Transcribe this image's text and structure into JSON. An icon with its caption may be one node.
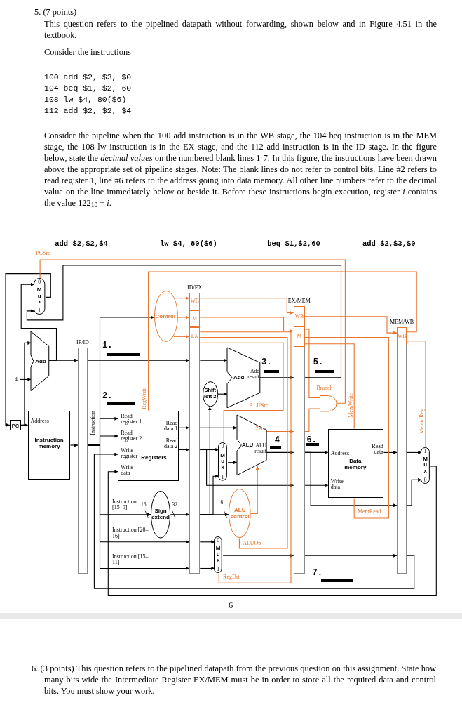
{
  "diagram": {
    "nodes": [
      {
        "text": [
          "0",
          "M u x",
          "1"
        ]
      },
      {
        "text": [
          "Add"
        ]
      },
      {
        "text": [
          "4"
        ]
      },
      {
        "text": [
          "PC"
        ]
      },
      {
        "text": [
          "Address",
          "Instruction memory"
        ]
      },
      {
        "text": [
          "IF/ID"
        ]
      },
      {
        "text": [
          "Control"
        ]
      },
      {
        "text": [
          "ID/EX"
        ]
      },
      {
        "text": [
          "WB"
        ],
        "in": 7
      },
      {
        "text": [
          "M"
        ],
        "in": 7
      },
      {
        "text": [
          "EX"
        ],
        "in": 7
      },
      {
        "text": [
          "Read register 1",
          "Read register 2",
          "Write register",
          "Write data",
          "Registers",
          "Read data 1",
          "Read data 2"
        ]
      },
      {
        "text": [
          "Sign extend"
        ],
        "beside": [
          "16",
          "32"
        ]
      },
      {
        "text": [
          "Shift left 2"
        ]
      },
      {
        "text": [
          "Add",
          "Add result"
        ]
      },
      {
        "text": [
          "0",
          "M u x",
          "1"
        ]
      },
      {
        "text": [
          "ALU",
          "Zero",
          "ALU result"
        ]
      },
      {
        "text": [
          "ALU control"
        ],
        "beside": [
          "6"
        ]
      },
      {
        "text": [
          "0",
          "M u x",
          "1"
        ]
      },
      {
        "text": [
          "EX/MEM"
        ]
      },
      {
        "text": [
          "WB"
        ],
        "in": 19
      },
      {
        "text": [
          "M"
        ],
        "in": 19
      },
      {
        "text": [],
        "shape": "gate"
      },
      {
        "text": [
          "Address",
          "Write data",
          "Data memory",
          "Read data"
        ]
      },
      {
        "text": [
          "MEM/WB"
        ]
      },
      {
        "text": [
          "WB"
        ],
        "in": 24
      },
      {
        "text": [
          "1",
          "M u x",
          "0"
        ]
      }
    ],
    "edges": [
      {
        "from": 1,
        "to": 5,
        "arrow": "to"
      },
      {
        "from": 1,
        "to": 0,
        "arrow": "to"
      },
      {
        "from": 0,
        "to": 3,
        "arrow": "to"
      },
      {
        "from": 3,
        "to": 4,
        "arrow": "to"
      },
      {
        "from": 3,
        "to": 1,
        "arrow": "to"
      },
      {
        "from": 2,
        "to": 1,
        "arrow": "to"
      },
      {
        "from": 4,
        "to": 5,
        "arrow": "to"
      },
      {
        "from": 5,
        "to": 6,
        "arrow": "to"
      },
      {
        "from": 5,
        "to": 11,
        "arrow": "to"
      },
      {
        "from": 5,
        "to": 11,
        "arrow": "to"
      },
      {
        "from": 5,
        "to": 12,
        "arrow": "to"
      },
      {
        "from": 5,
        "to": 7,
        "arrow": "to"
      },
      {
        "from": 5,
        "to": 7,
        "arrow": "to"
      },
      {
        "from": 5,
        "to": 7,
        "arrow": "to"
      },
      {
        "from": 6,
        "to": 8,
        "arrow": "to",
        "color": "#e8742c"
      },
      {
        "from": 6,
        "to": 9,
        "arrow": "to",
        "color": "#e8742c"
      },
      {
        "from": 6,
        "to": 10,
        "arrow": "to",
        "color": "#e8742c"
      },
      {
        "from": 11,
        "to": 7,
        "arrow": "to"
      },
      {
        "from": 11,
        "to": 7,
        "arrow": "to"
      },
      {
        "from": 12,
        "to": 7,
        "arrow": "to"
      },
      {
        "from": 7,
        "to": 14,
        "arrow": "to"
      },
      {
        "from": 7,
        "to": 13,
        "arrow": "to"
      },
      {
        "from": 13,
        "to": 14,
        "arrow": "to"
      },
      {
        "from": 7,
        "to": 16,
        "arrow": "to"
      },
      {
        "from": 7,
        "to": 15,
        "arrow": "to"
      },
      {
        "from": 7,
        "to": 15,
        "arrow": "to"
      },
      {
        "from": 15,
        "to": 16,
        "arrow": "to"
      },
      {
        "from": 7,
        "to": 17,
        "arrow": "to"
      },
      {
        "from": 17,
        "to": 16,
        "arrow": "to",
        "color": "#e8742c"
      },
      {
        "from": 7,
        "to": 18,
        "arrow": "to"
      },
      {
        "from": 7,
        "to": 18,
        "arrow": "to"
      },
      {
        "from": 14,
        "to": 19,
        "arrow": "to"
      },
      {
        "from": 16,
        "to": 19,
        "arrow": "to"
      },
      {
        "from": 16,
        "to": 19,
        "arrow": "to",
        "color": "#e8742c"
      },
      {
        "from": 7,
        "to": 19,
        "arrow": "to"
      },
      {
        "from": 18,
        "to": 19,
        "arrow": "to"
      },
      {
        "from": 8,
        "to": 20,
        "arrow": "to",
        "color": "#e8742c"
      },
      {
        "from": 9,
        "to": 21,
        "arrow": "to",
        "color": "#e8742c"
      },
      {
        "from": 20,
        "to": 25,
        "arrow": "to",
        "color": "#e8742c"
      },
      {
        "from": 21,
        "to": 22,
        "arrow": "none",
        "color": "#e8742c"
      },
      {
        "from": 19,
        "to": 22,
        "arrow": "none",
        "color": "#e8742c"
      },
      {
        "from": 22,
        "to": 0,
        "arrow": "none",
        "color": "#e8742c"
      },
      {
        "from": 19,
        "to": 0,
        "arrow": "to"
      },
      {
        "from": 19,
        "to": 23,
        "arrow": "to"
      },
      {
        "from": 19,
        "to": 23,
        "arrow": "to"
      },
      {
        "from": 19,
        "to": 24,
        "arrow": "to"
      },
      {
        "from": 19,
        "to": 24,
        "arrow": "to"
      },
      {
        "from": 23,
        "to": 24,
        "arrow": "to"
      },
      {
        "from": 24,
        "to": 26,
        "arrow": "to"
      },
      {
        "from": 24,
        "to": 26,
        "arrow": "to"
      },
      {
        "from": 26,
        "to": 11,
        "arrow": "to"
      },
      {
        "from": 24,
        "to": 11,
        "arrow": "to"
      },
      {
        "from": 21,
        "to": 23,
        "arrow": "none",
        "color": "#e8742c"
      },
      {
        "from": 21,
        "to": 23,
        "arrow": "none",
        "color": "#e8742c"
      },
      {
        "from": 25,
        "to": 26,
        "arrow": "none",
        "color": "#e8742c"
      },
      {
        "from": 25,
        "to": 11,
        "arrow": "none",
        "color": "#e8742c"
      },
      {
        "from": 10,
        "to": 15,
        "arrow": "none",
        "color": "#e8742c"
      },
      {
        "from": 10,
        "to": 17,
        "arrow": "none",
        "color": "#e8742c"
      },
      {
        "from": 10,
        "to": 18,
        "arrow": "none",
        "color": "#e8742c"
      }
    ],
    "labels": [
      "5. (7 points)",
      "This question refers to the pipelined datapath without forwarding, shown below and in Figure 4.51 in the textbook.",
      "Consider the instructions",
      "100 add $2, $3, $0",
      "104 beq $1, $2, 60",
      "108 lw $4, 80($6)",
      "112 add $2, $2, $4",
      "Consider the pipeline when the 100 add instruction is in the WB stage, the 104 beq instruction is in the MEM stage, the 108 lw instruction is in the EX stage, and the 112 add instruction is in the ID stage. In the figure below, state the *decimal values* on the numbered blank lines 1-7. In this figure, the instructions have been drawn above the appropriate set of pipeline stages. Note: The blank lines do not refer to control bits. Line #2 refers to read register 1, line #6 refers to the address going into data memory. All other line numbers refer to the decimal value on the line immediately below or beside it. Before these instructions begin execution, register *i* contains the value 122$_{10}$ + *i*.",
      "add $2,$2,$4",
      "lw $4, 80($6)",
      "beq $1,$2,60",
      "add $2,$3,$0",
      "PCSrc",
      "1.",
      "2.",
      "RegWrite",
      "Instruction",
      "3.",
      "5.",
      "Branch",
      "ALUSrc",
      "MemWrite",
      "MemtoReg",
      "4",
      "6.",
      "Instruction [15–0]",
      "MemRead",
      "Instruction [20–16]",
      "ALUOp",
      "Instruction [15–11]",
      "RegDst",
      "7.",
      "6",
      "6. (3 points) This question refers to the pipelined datapath from the previous question on this assignment. State how many bits wide the Intermediate Register EX/MEM must be in order to store all the required data and control bits. You must show your work."
    ]
  }
}
